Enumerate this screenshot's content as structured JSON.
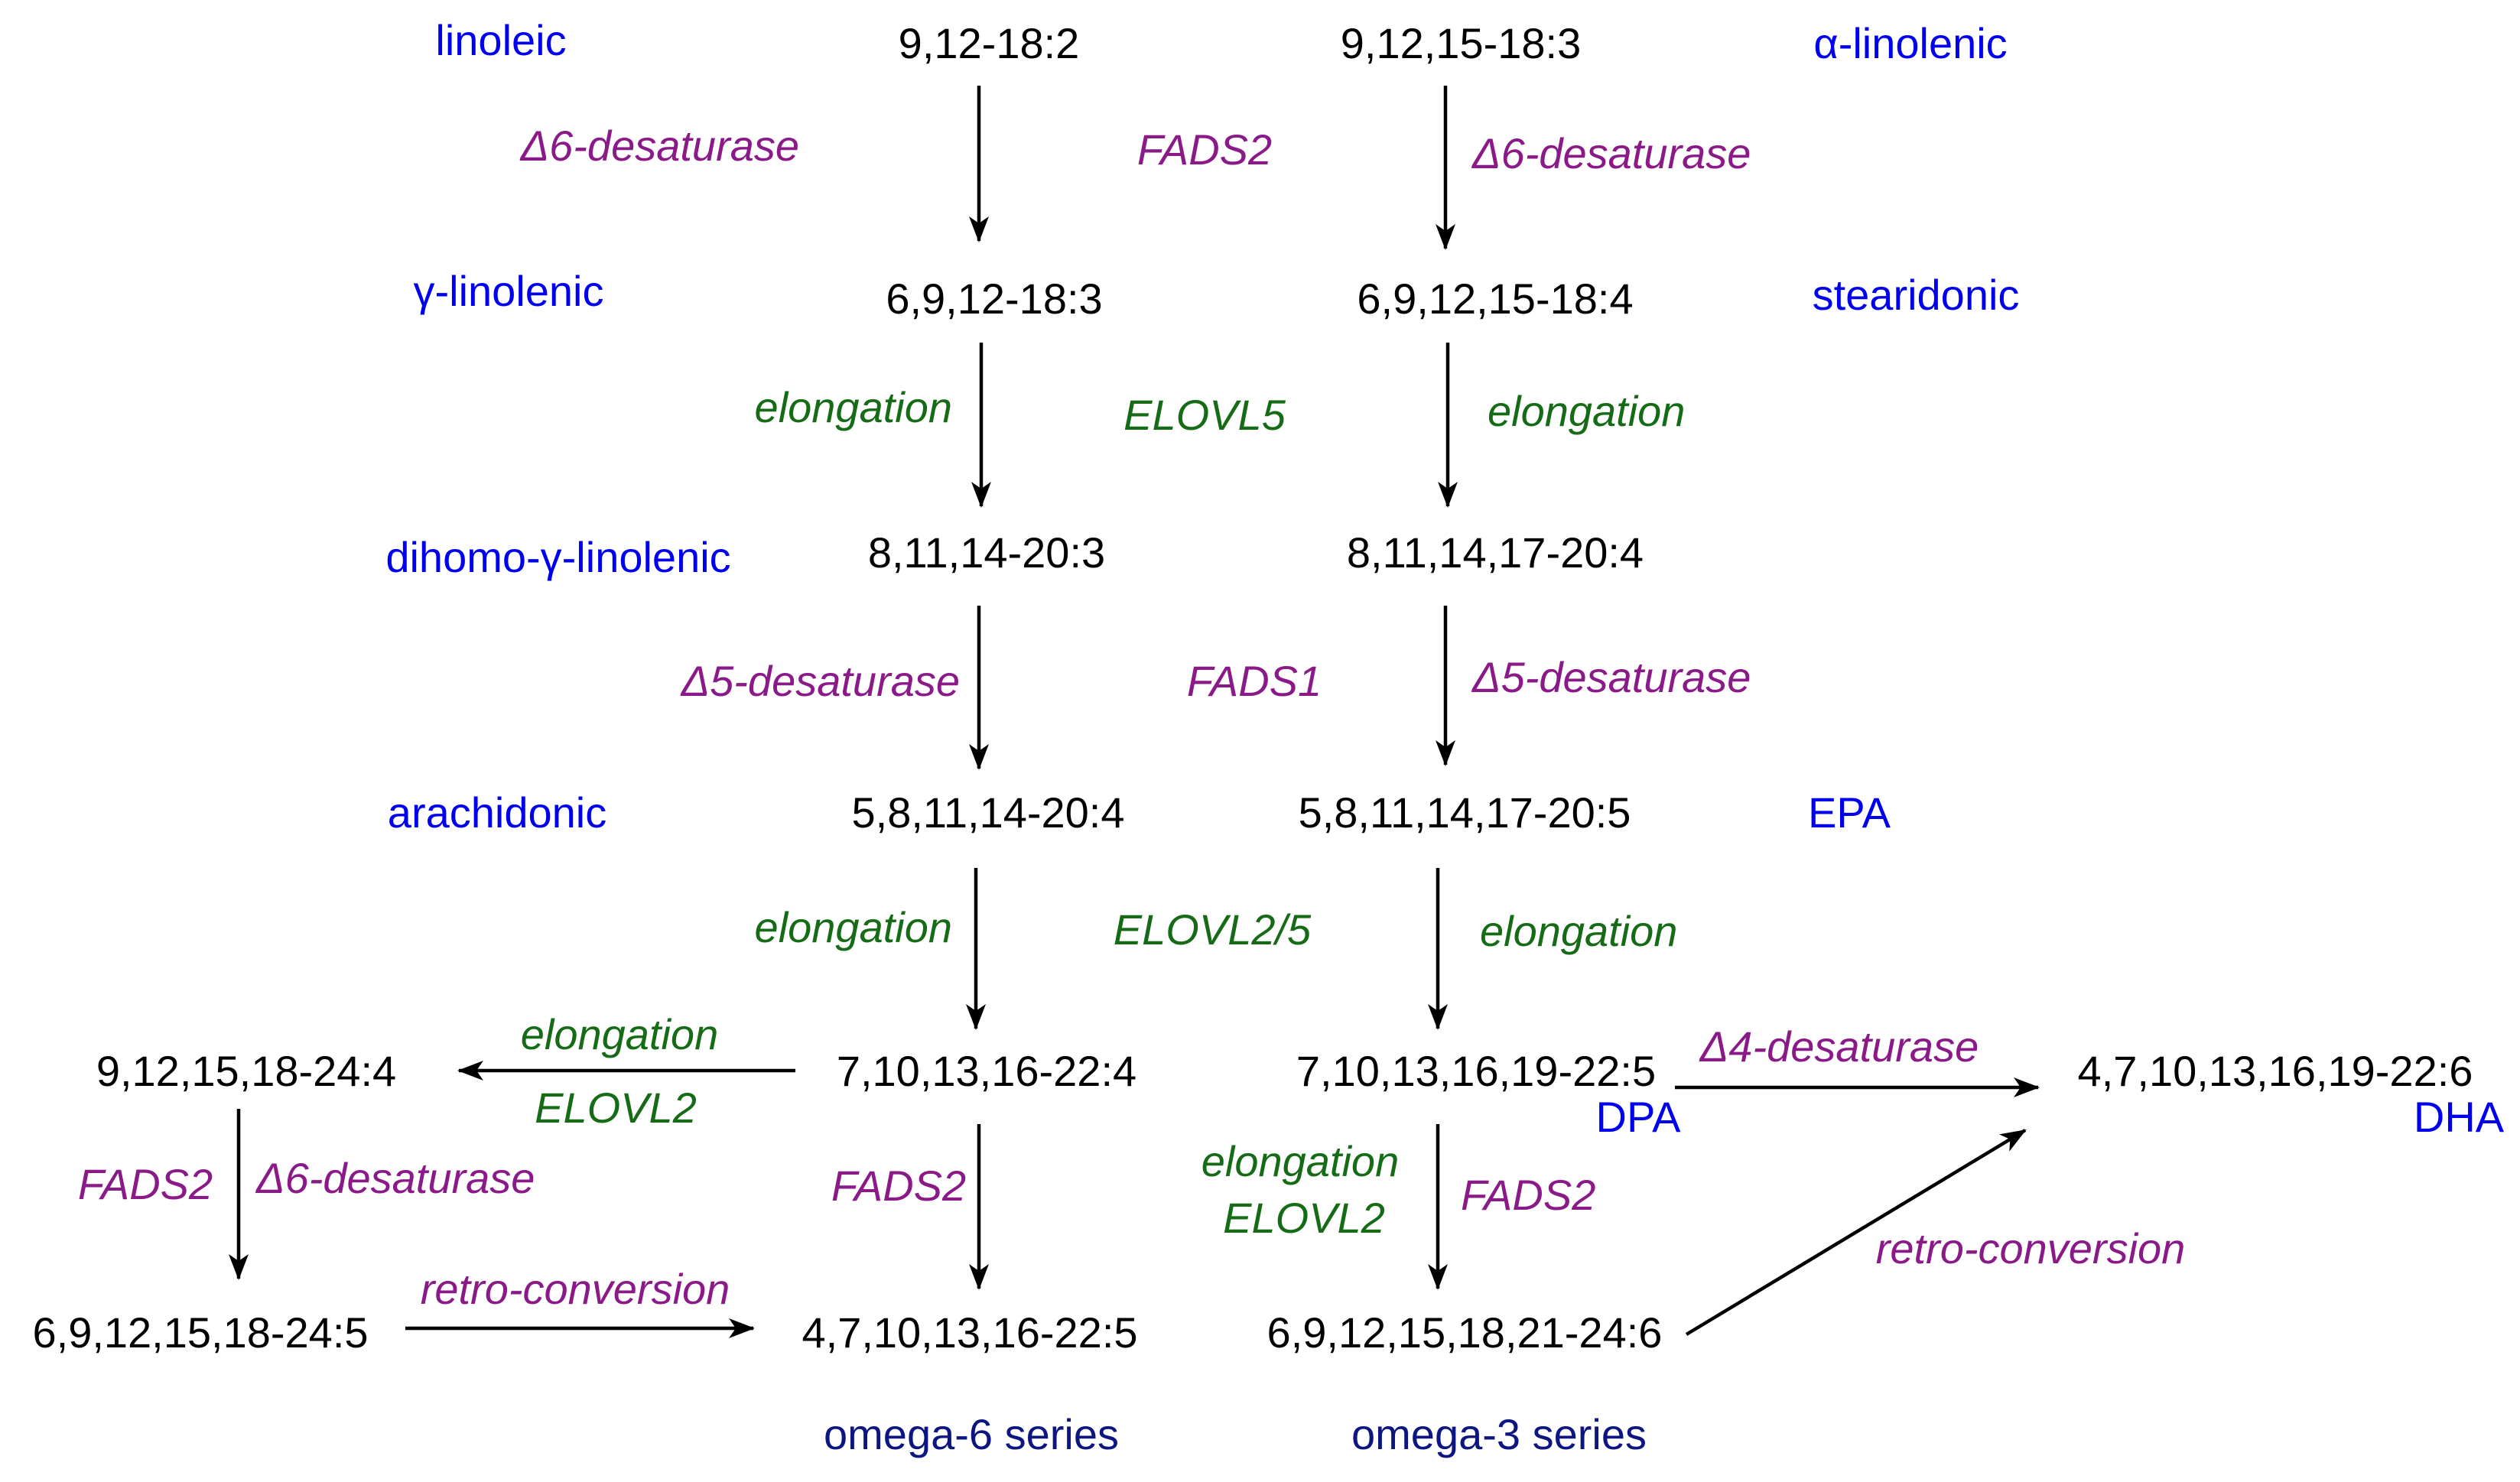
{
  "common_names": {
    "linoleic": "linoleic",
    "alpha_linolenic": "α-linolenic",
    "gamma_linolenic": "γ-linolenic",
    "stearidonic": "stearidonic",
    "dihomo_gamma_linolenic": "dihomo-γ-linolenic",
    "arachidonic": "arachidonic",
    "epa": "EPA",
    "dpa": "DPA",
    "dha": "DHA"
  },
  "formulas": {
    "la": "9,12-18:2",
    "ala": "9,12,15-18:3",
    "gla": "6,9,12-18:3",
    "sda": "6,9,12,15-18:4",
    "dgla": "8,11,14-20:3",
    "eta": "8,11,14,17-20:4",
    "aa": "5,8,11,14-20:4",
    "epa": "5,8,11,14,17-20:5",
    "c22_4": "7,10,13,16-22:4",
    "c22_5": "7,10,13,16,19-22:5",
    "c24_4": "9,12,15,18-24:4",
    "dha": "4,7,10,13,16,19-22:6",
    "c24_5": "6,9,12,15,18-24:5",
    "c22_5_n6": "4,7,10,13,16-22:5",
    "c24_6": "6,9,12,15,18,21-24:6"
  },
  "enzymes": {
    "d6_left": "Δ6-desaturase",
    "fads2_top": "FADS2",
    "d6_right": "Δ6-desaturase",
    "elong_1_left": "elongation",
    "elovl5": "ELOVL5",
    "elong_1_right": "elongation",
    "d5_left": "Δ5-desaturase",
    "fads1": "FADS1",
    "d5_right": "Δ5-desaturase",
    "elong_2_left": "elongation",
    "elovl2_5": "ELOVL2/5",
    "elong_2_right": "elongation",
    "elong_3_top": "elongation",
    "elovl2_left": "ELOVL2",
    "d4": "Δ4-desaturase",
    "fads2_left": "FADS2",
    "d6_bottom": "Δ6-desaturase",
    "fads2_mid": "FADS2",
    "elong_4_right": "elongation",
    "elovl2_right": "ELOVL2",
    "fads2_right": "FADS2",
    "retro_left": "retro-conversion",
    "retro_right": "retro-conversion"
  },
  "series": {
    "omega6": "omega-6 series",
    "omega3": "omega-3 series"
  },
  "colors": {
    "common_name": "#0000ee",
    "desaturase": "#8b1a89",
    "elongase": "#166b16",
    "series_label": "#0d1580",
    "formula": "#000000"
  }
}
